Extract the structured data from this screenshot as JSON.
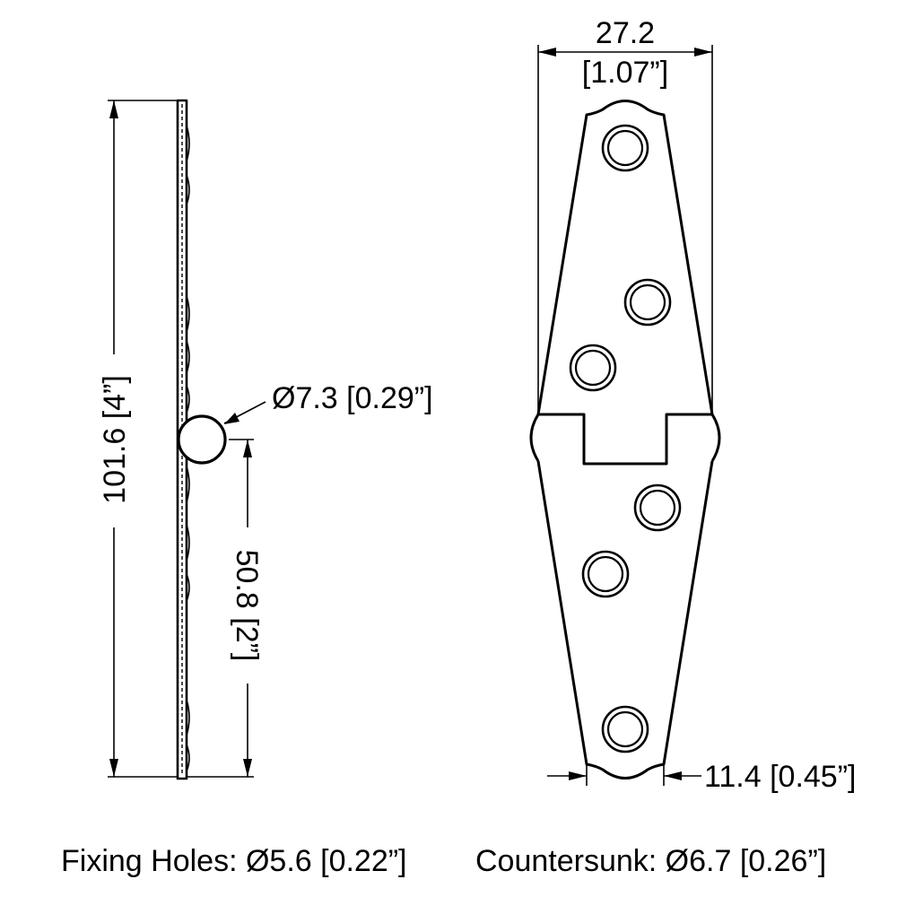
{
  "side_view": {
    "overall_length": "101.6 [4”]",
    "pin_diameter": "Ø7.3 [0.29”]",
    "pin_offset": "50.8 [2”]"
  },
  "front_view": {
    "width": "27.2",
    "width_inch": "[1.07”]",
    "tip_width": "11.4 [0.45”]"
  },
  "footer": {
    "fixing_holes": "Fixing Holes: Ø5.6 [0.22”]",
    "countersunk": "Countersunk: Ø6.7 [0.26”]"
  }
}
